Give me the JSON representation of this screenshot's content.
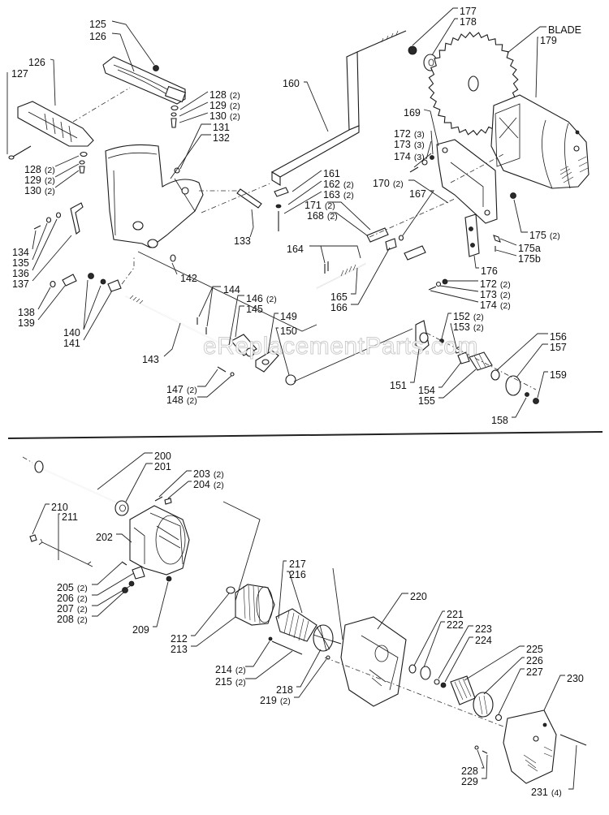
{
  "watermark": "eReplacementParts.com",
  "sections": {
    "upper": {
      "labels": [
        {
          "id": "125",
          "text": "125",
          "qty": ""
        },
        {
          "id": "126a",
          "text": "126",
          "qty": ""
        },
        {
          "id": "126b",
          "text": "126",
          "qty": ""
        },
        {
          "id": "127",
          "text": "127",
          "qty": ""
        },
        {
          "id": "128a",
          "text": "128",
          "qty": "(2)"
        },
        {
          "id": "129a",
          "text": "129",
          "qty": "(2)"
        },
        {
          "id": "130a",
          "text": "130",
          "qty": "(2)"
        },
        {
          "id": "128b",
          "text": "128",
          "qty": "(2)"
        },
        {
          "id": "129b",
          "text": "129",
          "qty": "(2)"
        },
        {
          "id": "130b",
          "text": "130",
          "qty": "(2)"
        },
        {
          "id": "131",
          "text": "131",
          "qty": ""
        },
        {
          "id": "132",
          "text": "132",
          "qty": ""
        },
        {
          "id": "133",
          "text": "133",
          "qty": ""
        },
        {
          "id": "134",
          "text": "134",
          "qty": ""
        },
        {
          "id": "135",
          "text": "135",
          "qty": ""
        },
        {
          "id": "136",
          "text": "136",
          "qty": ""
        },
        {
          "id": "137",
          "text": "137",
          "qty": ""
        },
        {
          "id": "138",
          "text": "138",
          "qty": ""
        },
        {
          "id": "139",
          "text": "139",
          "qty": ""
        },
        {
          "id": "140",
          "text": "140",
          "qty": ""
        },
        {
          "id": "141",
          "text": "141",
          "qty": ""
        },
        {
          "id": "142",
          "text": "142",
          "qty": ""
        },
        {
          "id": "143",
          "text": "143",
          "qty": ""
        },
        {
          "id": "144",
          "text": "144",
          "qty": ""
        },
        {
          "id": "145",
          "text": "145",
          "qty": ""
        },
        {
          "id": "146",
          "text": "146",
          "qty": "(2)"
        },
        {
          "id": "147",
          "text": "147",
          "qty": "(2)"
        },
        {
          "id": "148",
          "text": "148",
          "qty": "(2)"
        },
        {
          "id": "149",
          "text": "149",
          "qty": ""
        },
        {
          "id": "150",
          "text": "150",
          "qty": ""
        },
        {
          "id": "151",
          "text": "151",
          "qty": ""
        },
        {
          "id": "152",
          "text": "152",
          "qty": "(2)"
        },
        {
          "id": "153",
          "text": "153",
          "qty": "(2)"
        },
        {
          "id": "154",
          "text": "154",
          "qty": ""
        },
        {
          "id": "155",
          "text": "155",
          "qty": ""
        },
        {
          "id": "156",
          "text": "156",
          "qty": ""
        },
        {
          "id": "157",
          "text": "157",
          "qty": ""
        },
        {
          "id": "158",
          "text": "158",
          "qty": ""
        },
        {
          "id": "159",
          "text": "159",
          "qty": ""
        },
        {
          "id": "160",
          "text": "160",
          "qty": ""
        },
        {
          "id": "161",
          "text": "161",
          "qty": ""
        },
        {
          "id": "162",
          "text": "162",
          "qty": "(2)"
        },
        {
          "id": "163",
          "text": "163",
          "qty": "(2)"
        },
        {
          "id": "164",
          "text": "164",
          "qty": ""
        },
        {
          "id": "165",
          "text": "165",
          "qty": ""
        },
        {
          "id": "166",
          "text": "166",
          "qty": ""
        },
        {
          "id": "167",
          "text": "167",
          "qty": ""
        },
        {
          "id": "168",
          "text": "168",
          "qty": "(2)"
        },
        {
          "id": "169",
          "text": "169",
          "qty": ""
        },
        {
          "id": "170",
          "text": "170",
          "qty": "(2)"
        },
        {
          "id": "171",
          "text": "171",
          "qty": "(2)"
        },
        {
          "id": "172a",
          "text": "172",
          "qty": "(3)"
        },
        {
          "id": "173a",
          "text": "173",
          "qty": "(3)"
        },
        {
          "id": "174a",
          "text": "174",
          "qty": "(3)"
        },
        {
          "id": "172b",
          "text": "172",
          "qty": "(2)"
        },
        {
          "id": "173b",
          "text": "173",
          "qty": "(2)"
        },
        {
          "id": "174b",
          "text": "174",
          "qty": "(2)"
        },
        {
          "id": "175",
          "text": "175",
          "qty": "(2)"
        },
        {
          "id": "175a",
          "text": "175a",
          "qty": ""
        },
        {
          "id": "175b",
          "text": "175b",
          "qty": ""
        },
        {
          "id": "176",
          "text": "176",
          "qty": ""
        },
        {
          "id": "177",
          "text": "177",
          "qty": ""
        },
        {
          "id": "178",
          "text": "178",
          "qty": ""
        },
        {
          "id": "blade",
          "text": "BLADE",
          "qty": ""
        },
        {
          "id": "179",
          "text": "179",
          "qty": ""
        }
      ]
    },
    "lower": {
      "labels": [
        {
          "id": "200",
          "text": "200",
          "qty": ""
        },
        {
          "id": "201",
          "text": "201",
          "qty": ""
        },
        {
          "id": "202",
          "text": "202",
          "qty": ""
        },
        {
          "id": "203",
          "text": "203",
          "qty": "(2)"
        },
        {
          "id": "204",
          "text": "204",
          "qty": "(2)"
        },
        {
          "id": "205",
          "text": "205",
          "qty": "(2)"
        },
        {
          "id": "206",
          "text": "206",
          "qty": "(2)"
        },
        {
          "id": "207",
          "text": "207",
          "qty": "(2)"
        },
        {
          "id": "208",
          "text": "208",
          "qty": "(2)"
        },
        {
          "id": "209",
          "text": "209",
          "qty": ""
        },
        {
          "id": "210",
          "text": "210",
          "qty": ""
        },
        {
          "id": "211",
          "text": "211",
          "qty": ""
        },
        {
          "id": "212",
          "text": "212",
          "qty": ""
        },
        {
          "id": "213",
          "text": "213",
          "qty": ""
        },
        {
          "id": "214",
          "text": "214",
          "qty": "(2)"
        },
        {
          "id": "215",
          "text": "215",
          "qty": "(2)"
        },
        {
          "id": "216",
          "text": "216",
          "qty": ""
        },
        {
          "id": "217",
          "text": "217",
          "qty": ""
        },
        {
          "id": "218",
          "text": "218",
          "qty": ""
        },
        {
          "id": "219",
          "text": "219",
          "qty": "(2)"
        },
        {
          "id": "220",
          "text": "220",
          "qty": ""
        },
        {
          "id": "221",
          "text": "221",
          "qty": ""
        },
        {
          "id": "222",
          "text": "222",
          "qty": ""
        },
        {
          "id": "223",
          "text": "223",
          "qty": ""
        },
        {
          "id": "224",
          "text": "224",
          "qty": ""
        },
        {
          "id": "225",
          "text": "225",
          "qty": ""
        },
        {
          "id": "226",
          "text": "226",
          "qty": ""
        },
        {
          "id": "227",
          "text": "227",
          "qty": ""
        },
        {
          "id": "228",
          "text": "228",
          "qty": ""
        },
        {
          "id": "229",
          "text": "229",
          "qty": ""
        },
        {
          "id": "230",
          "text": "230",
          "qty": ""
        },
        {
          "id": "231",
          "text": "231",
          "qty": "(4)"
        }
      ]
    }
  }
}
